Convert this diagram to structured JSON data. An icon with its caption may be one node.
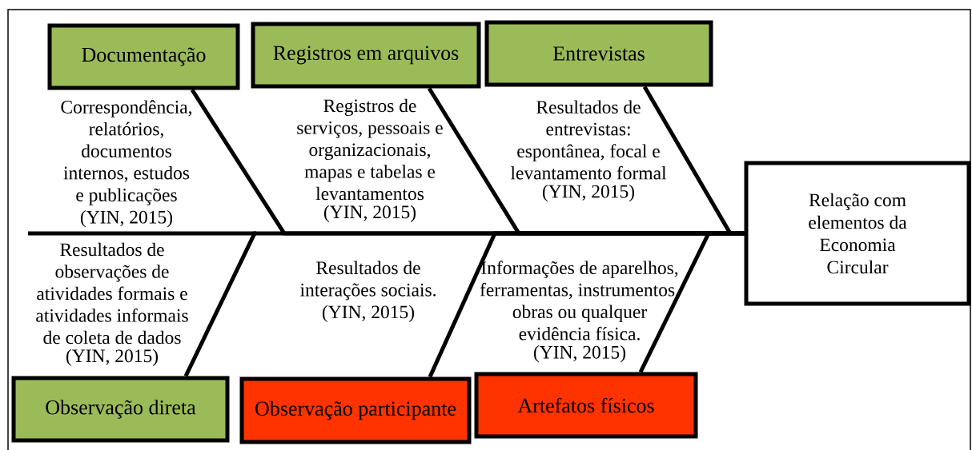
{
  "diagram": {
    "nodes": [
      {
        "text": [
          "Documentação"
        ],
        "beside": [
          "Correspondência, relatórios, documentos internos, estudos e publicações",
          "(YIN, 2015)"
        ]
      },
      {
        "text": [
          "Registros em arquivos"
        ],
        "beside": [
          "Registros de serviços, pessoais e organizacionais, mapas e tabelas e levantamentos",
          "(YIN, 2015)"
        ]
      },
      {
        "text": [
          "Entrevistas"
        ],
        "beside": [
          "Resultados de entrevistas: espontânea, focal e levantamento formal",
          "(YIN, 2015)"
        ]
      },
      {
        "text": [
          "Relação com elementos da Economia Circular"
        ]
      },
      {
        "text": [
          "Observação direta"
        ],
        "beside": [
          "Resultados de observações de atividades formais e atividades informais de coleta de dados",
          "(YIN, 2015)"
        ]
      },
      {
        "text": [
          "Observação participante"
        ],
        "beside": [
          "Resultados de interações sociais.",
          "(YIN, 2015)"
        ]
      },
      {
        "text": [
          "Artefatos físicos"
        ],
        "beside": [
          "Informações de aparelhos, ferramentas, instrumentos, obras ou qualquer evidência física.",
          "(YIN, 2015)"
        ]
      }
    ],
    "edges": [
      {
        "from": 0,
        "to": 3,
        "arrow": "none"
      },
      {
        "from": 1,
        "to": 3,
        "arrow": "none"
      },
      {
        "from": 2,
        "to": 3,
        "arrow": "none"
      },
      {
        "from": 4,
        "to": 3,
        "arrow": "none"
      },
      {
        "from": 5,
        "to": 3,
        "arrow": "none"
      },
      {
        "from": 6,
        "to": 3,
        "arrow": "none"
      }
    ]
  }
}
